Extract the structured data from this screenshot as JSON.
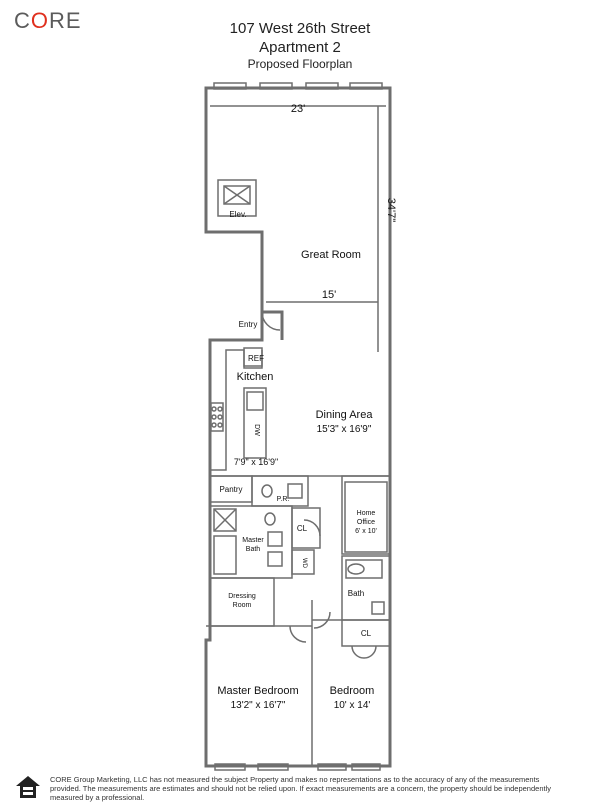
{
  "brand": {
    "logo_text_pre": "C",
    "logo_text_o": "O",
    "logo_text_post": "RE"
  },
  "header": {
    "address": "107 West 26th Street",
    "unit": "Apartment 2",
    "subtitle": "Proposed Floorplan"
  },
  "dimensions": {
    "width_top": "23'",
    "depth_right": "34'7\"",
    "width_mid": "15'"
  },
  "rooms": {
    "elevator": "Elev.",
    "great_room": "Great Room",
    "entry": "Entry",
    "ref": "REF",
    "kitchen": "Kitchen",
    "dw": "DW",
    "kitchen_size": "7'9\" x 16'9\"",
    "dining": "Dining Area",
    "dining_size": "15'3\" x 16'9\"",
    "pantry": "Pantry",
    "powder_room": "P.R.",
    "closet_1": "CL",
    "home_office": "Home",
    "home_office_2": "Office",
    "home_office_size": "6' x 10'",
    "master_bath": "Master",
    "master_bath_2": "Bath",
    "wd": "WD",
    "bath": "Bath",
    "dressing": "Dressing",
    "dressing_2": "Room",
    "closet_2": "CL",
    "master_bedroom": "Master Bedroom",
    "master_bedroom_size": "13'2\" x 16'7\"",
    "bedroom": "Bedroom",
    "bedroom_size": "10' x 14'"
  },
  "footer": {
    "disclaimer_1": "CORE Group Marketing, LLC has not measured the subject Property and makes no representations as to the accuracy of any of the measurements",
    "disclaimer_2": "provided. The measurements are estimates and should not be relied upon. If exact measurements are a concern, the property should be independently",
    "disclaimer_3": "measured by a professional."
  },
  "colors": {
    "wall": "#6e6e6e",
    "wall_fill": "#f7f7f7",
    "logo_accent": "#e0301e",
    "text": "#222222"
  }
}
